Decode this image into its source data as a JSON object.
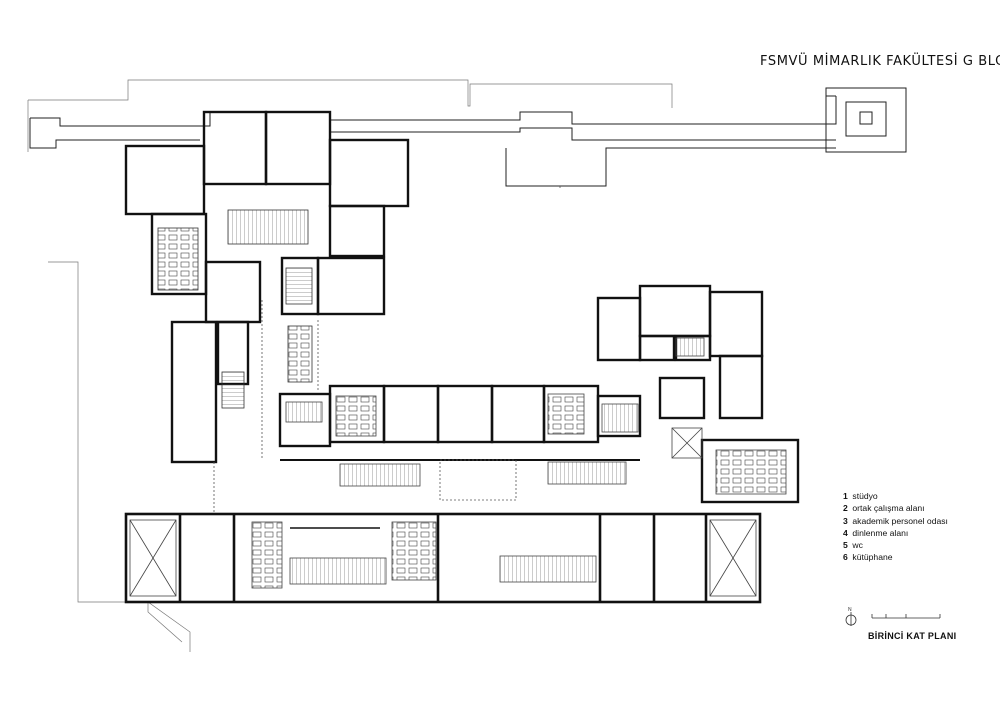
{
  "title": "FSMVÜ MİMARLIK FAKÜLTESİ G BLOK",
  "legend": [
    {
      "number": "1",
      "label": "stüdyo"
    },
    {
      "number": "2",
      "label": "ortak çalışma alanı"
    },
    {
      "number": "3",
      "label": "akademik personel odası"
    },
    {
      "number": "4",
      "label": "dinlenme alanı"
    },
    {
      "number": "5",
      "label": "wc"
    },
    {
      "number": "6",
      "label": "kütüphane"
    }
  ],
  "north_symbol": "N",
  "plan_name": "BİRİNCİ KAT PLANI",
  "colors": {
    "wall": "#111111",
    "thin_line": "#555555",
    "hatch": "#888888",
    "paper": "#ffffff"
  }
}
